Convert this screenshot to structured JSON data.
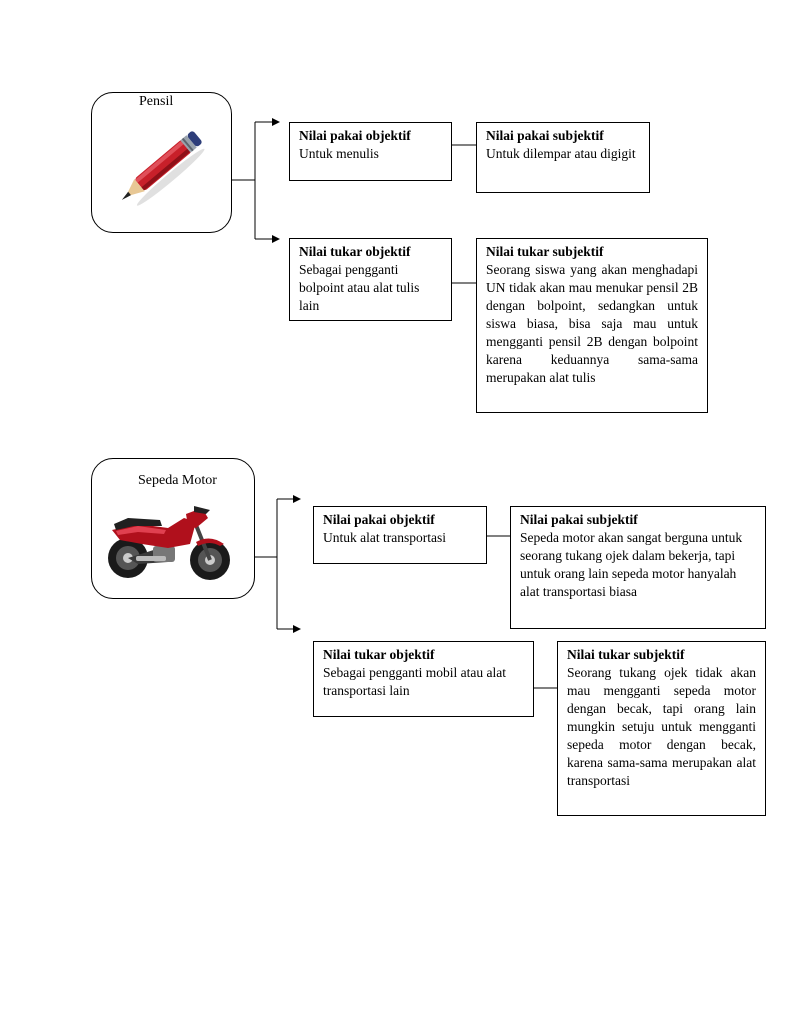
{
  "sections": [
    {
      "item_label": "Pensil",
      "item_icon": "pencil-icon",
      "boxes": {
        "pakai_objektif": {
          "title": "Nilai pakai objektif",
          "body": "Untuk menulis"
        },
        "pakai_subjektif": {
          "title": "Nilai pakai subjektif",
          "body": "Untuk dilempar atau digigit"
        },
        "tukar_objektif": {
          "title": "Nilai tukar objektif",
          "body": "Sebagai pengganti bolpoint atau alat tulis lain"
        },
        "tukar_subjektif": {
          "title": "Nilai tukar subjektif",
          "body": "Seorang siswa yang akan menghadapi UN tidak akan mau menukar pensil 2B dengan bolpoint, sedangkan untuk siswa biasa, bisa saja mau untuk mengganti pensil 2B dengan bolpoint karena keduannya sama-sama merupakan alat tulis"
        }
      }
    },
    {
      "item_label": "Sepeda Motor",
      "item_icon": "motorcycle-icon",
      "boxes": {
        "pakai_objektif": {
          "title": "Nilai pakai objektif",
          "body": "Untuk alat transportasi"
        },
        "pakai_subjektif": {
          "title": "Nilai pakai subjektif",
          "body": "Sepeda motor akan sangat berguna untuk seorang tukang ojek dalam bekerja, tapi untuk orang lain sepeda motor hanyalah alat transportasi biasa"
        },
        "tukar_objektif": {
          "title": "Nilai tukar objektif",
          "body": "Sebagai pengganti mobil atau alat transportasi lain"
        },
        "tukar_subjektif": {
          "title": "Nilai tukar subjektif",
          "body": "Seorang tukang ojek tidak akan mau mengganti sepeda motor dengan becak, tapi orang lain mungkin setuju untuk mengganti sepeda motor dengan becak, karena sama-sama merupakan alat transportasi"
        }
      }
    }
  ],
  "colors": {
    "pencil_body": "#c8202a",
    "motor_body": "#b0101c",
    "line": "#000000"
  }
}
